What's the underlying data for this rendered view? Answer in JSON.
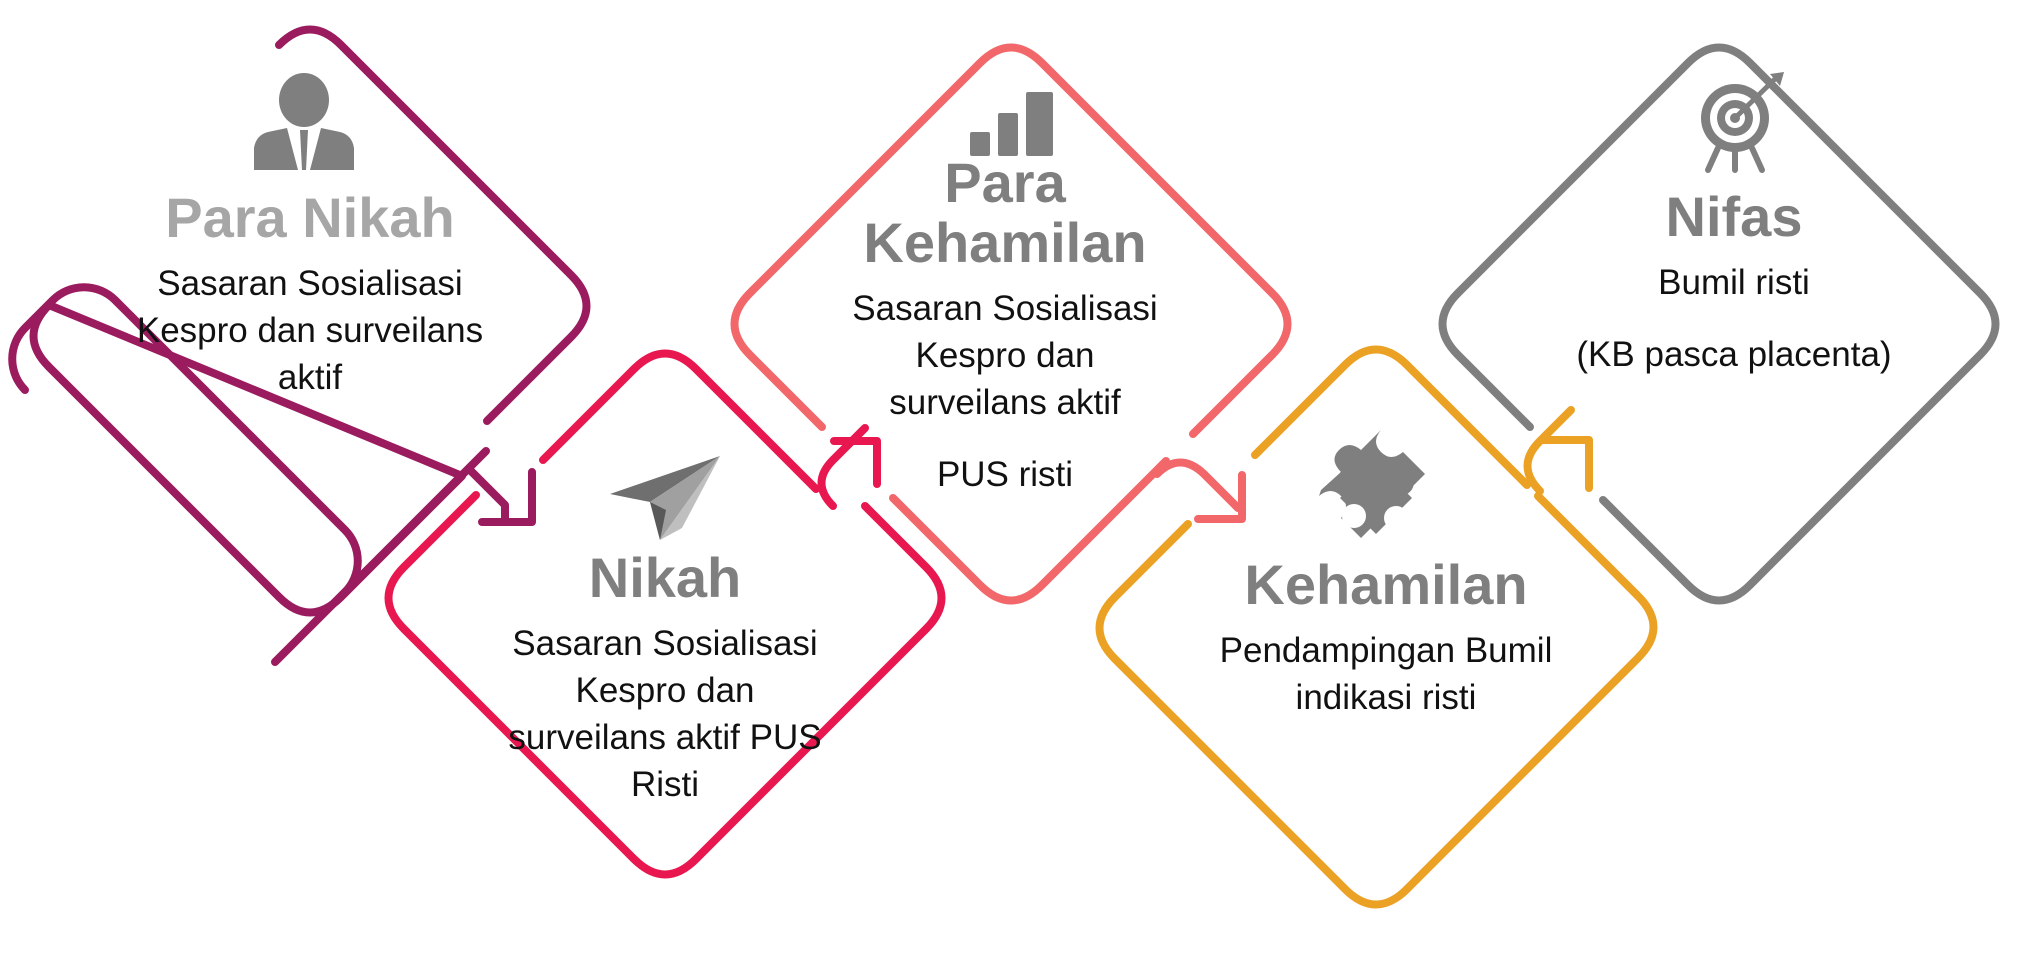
{
  "stages": [
    {
      "id": "para-nikah",
      "title": "Para Nikah",
      "title_color": "#a6a6a6",
      "lines": [
        "Sasaran Sosialisasi",
        "Kespro dan surveilans",
        "aktif"
      ],
      "icon": "person-icon",
      "color": "#9b1b5f"
    },
    {
      "id": "nikah",
      "title": "Nikah",
      "title_color": "#7f7f7f",
      "lines": [
        "Sasaran Sosialisasi",
        "Kespro dan",
        "surveilans aktif PUS",
        "Risti"
      ],
      "icon": "paper-plane-icon",
      "color": "#e8174f"
    },
    {
      "id": "para-kehamilan",
      "title_lines": [
        "Para",
        "Kehamilan"
      ],
      "title_color": "#7f7f7f",
      "lines": [
        "Sasaran Sosialisasi",
        "Kespro dan",
        "surveilans aktif"
      ],
      "extra_line": "PUS risti",
      "icon": "bar-chart-icon",
      "color": "#f2676a"
    },
    {
      "id": "kehamilan",
      "title": "Kehamilan",
      "title_color": "#7f7f7f",
      "lines": [
        "Pendampingan Bumil",
        "indikasi risti"
      ],
      "icon": "puzzle-icon",
      "color": "#eba224"
    },
    {
      "id": "nifas",
      "title": "Nifas",
      "title_color": "#7f7f7f",
      "lines": [
        "Bumil risti"
      ],
      "extra_line": "(KB pasca placenta)",
      "icon": "target-icon",
      "color": "#7f7f7f"
    }
  ],
  "icon_color": "#7f7f7f"
}
